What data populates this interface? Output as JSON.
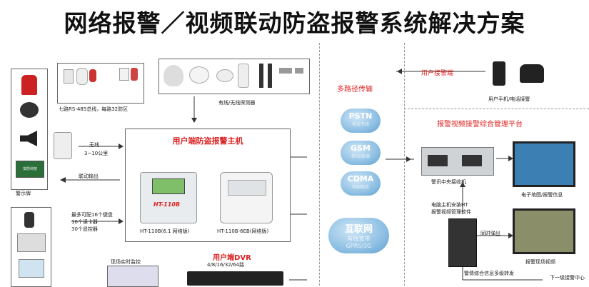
{
  "title": "网络报警／视频联动防盗报警系统解决方案",
  "left": {
    "rs485": "七路RS-485总线，每路32防区",
    "wireless": "无线",
    "wireless_dist": "3~10公里",
    "linkage": "联动输出",
    "warning_sign": "警示牌",
    "sign_text": "安防科技",
    "keyboards": "最多可配16个键盘",
    "card_readers": "16个读卡器",
    "remotes": "30个遥控器"
  },
  "detectors": {
    "label": "有线/无线探测器"
  },
  "host": {
    "title": "用户端防盗报警主机",
    "device1": "HT-110B(6.1 网络版)",
    "device2": "HT-110B-6EB(网络版)",
    "brand": "HT-110B"
  },
  "dvr": {
    "title": "用户端DVR",
    "channels": "4/8/16/32/64路",
    "live": "现场实时监控"
  },
  "transmission": {
    "title": "多路径传输",
    "clouds": [
      {
        "name": "PSTN",
        "sub": "电话专线"
      },
      {
        "name": "GSM",
        "sub": "移动/联通"
      },
      {
        "name": "CDMA",
        "sub": "中国电信"
      }
    ],
    "internet": {
      "name": "互联网",
      "sub1": "有线宽带",
      "sub2": "GPRS/3G"
    }
  },
  "right": {
    "user_end": "用户接警端",
    "phones": "用户手机/电话接警",
    "platform": "报警视频接警综合管理平台",
    "receiver": "警讯中央接收机",
    "software1": "电脑主机安装HT",
    "software2": "报警视频管理软件",
    "simultaneous": "同时弹出",
    "emap": "电子地图/报警信息",
    "video": "报警现场视频",
    "forward": "警情综合信息多级转发",
    "next_level": "下一级接警中心"
  }
}
